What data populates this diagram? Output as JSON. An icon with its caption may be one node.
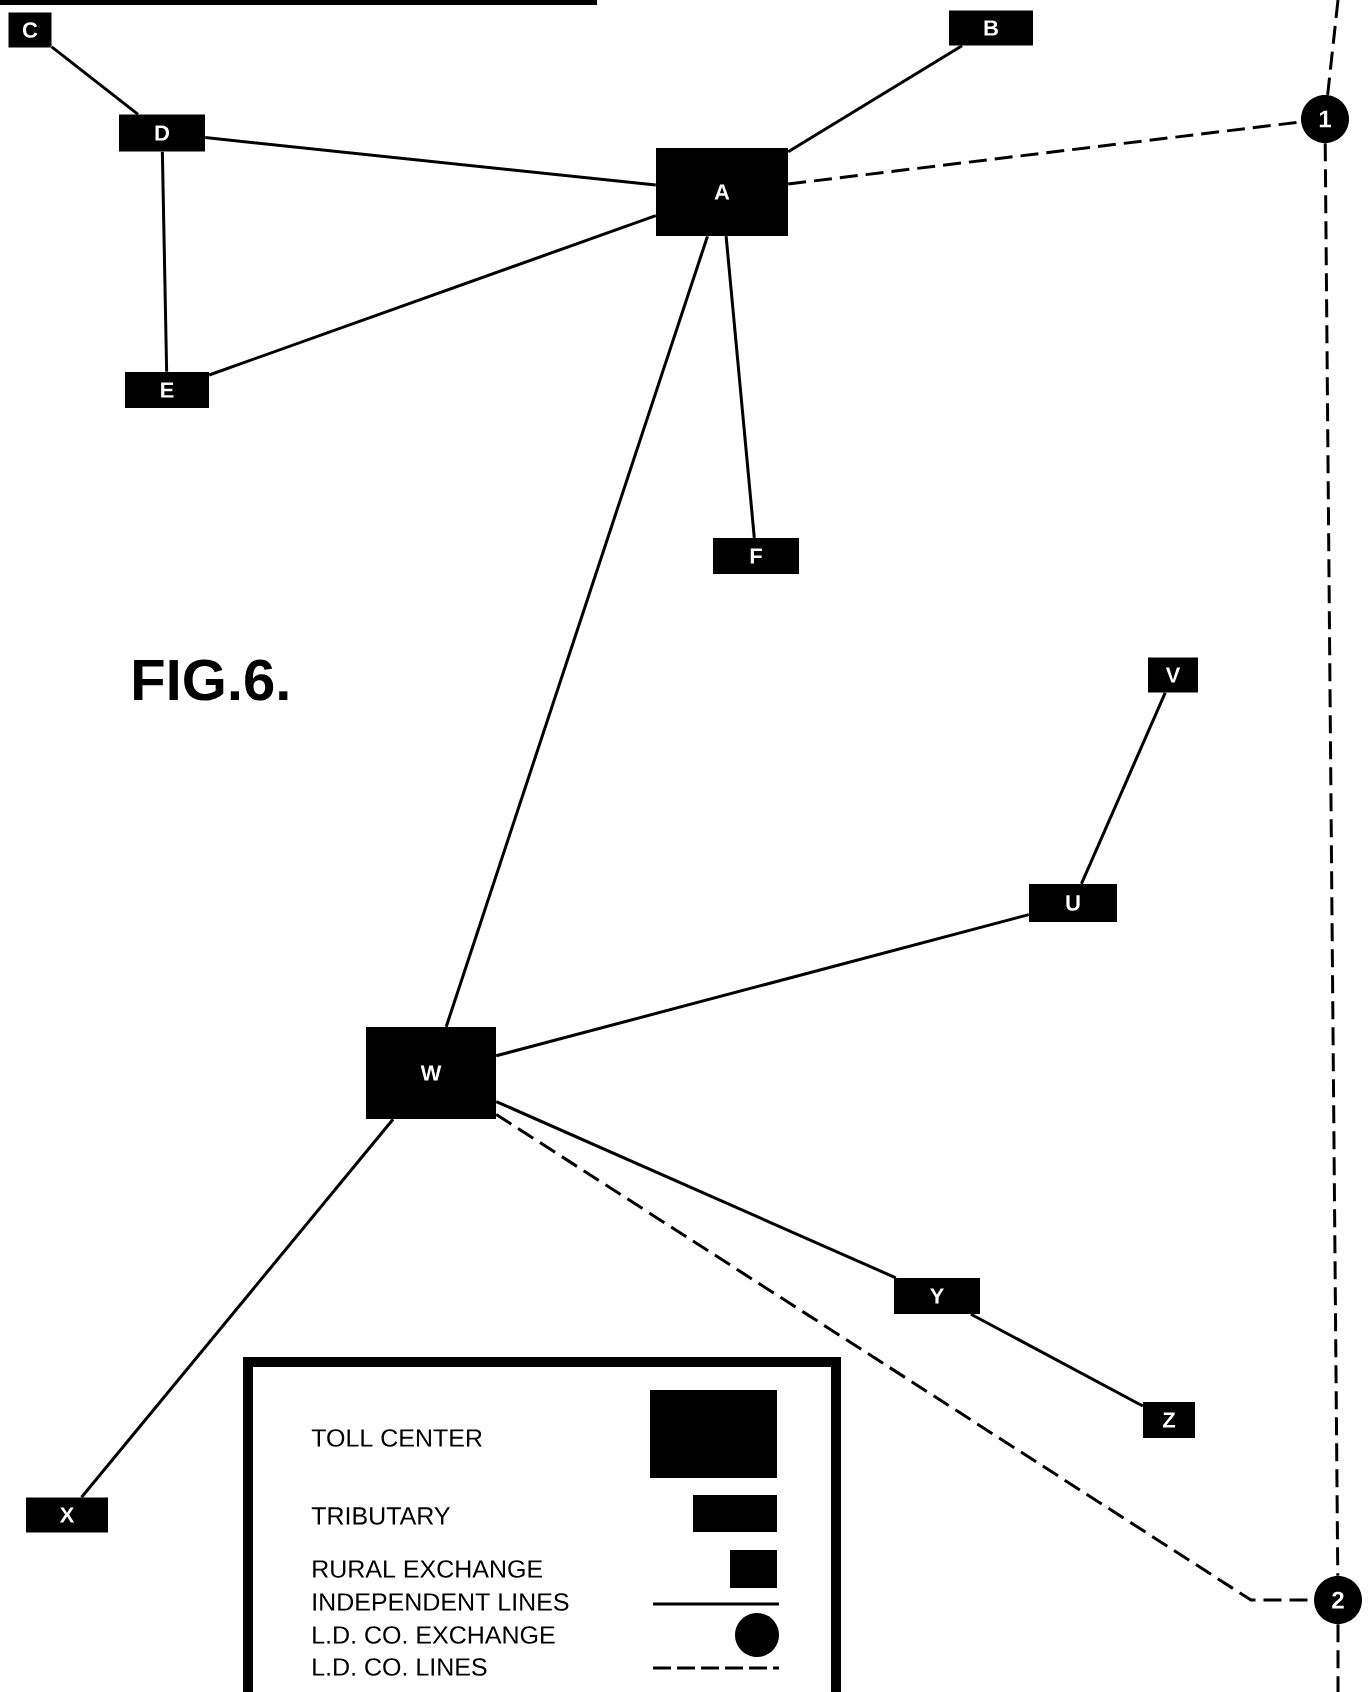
{
  "diagram": {
    "title": "FIG.6.",
    "nodes": [
      {
        "text": [
          "B"
        ]
      },
      {
        "text": [
          "C"
        ]
      },
      {
        "text": [
          "D"
        ]
      },
      {
        "text": [
          "1"
        ]
      },
      {
        "text": [
          "A"
        ]
      },
      {
        "text": [
          "E"
        ]
      },
      {
        "text": [
          "F"
        ]
      },
      {
        "text": [
          "V"
        ]
      },
      {
        "text": [
          "U"
        ]
      },
      {
        "text": [
          "W"
        ]
      },
      {
        "text": [
          "Y"
        ]
      },
      {
        "text": [
          "Z"
        ]
      },
      {
        "text": [
          "X"
        ]
      },
      {
        "text": [
          "2"
        ]
      }
    ],
    "edges": [
      {
        "from": 1,
        "to": 2,
        "arrow": "none"
      },
      {
        "from": 2,
        "to": 4,
        "arrow": "none"
      },
      {
        "from": 2,
        "to": 5,
        "arrow": "none"
      },
      {
        "from": 5,
        "to": 4,
        "arrow": "none"
      },
      {
        "from": 4,
        "to": 0,
        "arrow": "none"
      },
      {
        "from": 4,
        "to": 6,
        "arrow": "none"
      },
      {
        "from": 4,
        "to": 9,
        "arrow": "none"
      },
      {
        "from": 4,
        "to": 3,
        "arrow": "none",
        "style": "dashed"
      },
      {
        "from": 7,
        "to": 8,
        "arrow": "none"
      },
      {
        "from": 8,
        "to": 9,
        "arrow": "none"
      },
      {
        "from": 9,
        "to": 12,
        "arrow": "none"
      },
      {
        "from": 9,
        "to": 10,
        "arrow": "none"
      },
      {
        "from": 10,
        "to": 11,
        "arrow": "none"
      },
      {
        "from": 9,
        "to": 13,
        "arrow": "none",
        "style": "dashed"
      },
      {
        "from": null,
        "to": 3,
        "arrow": "none",
        "style": "dashed"
      },
      {
        "from": 3,
        "to": 13,
        "arrow": "none",
        "style": "dashed"
      },
      {
        "from": 13,
        "to": null,
        "arrow": "none",
        "style": "dashed"
      }
    ],
    "legend": [
      {
        "text": "TOLL CENTER"
      },
      {
        "text": "TRIBUTARY"
      },
      {
        "text": "RURAL EXCHANGE"
      },
      {
        "text": "INDEPENDENT LINES"
      },
      {
        "text": "L.D. CO. EXCHANGE"
      },
      {
        "text": "L.D. CO. LINES"
      }
    ]
  }
}
